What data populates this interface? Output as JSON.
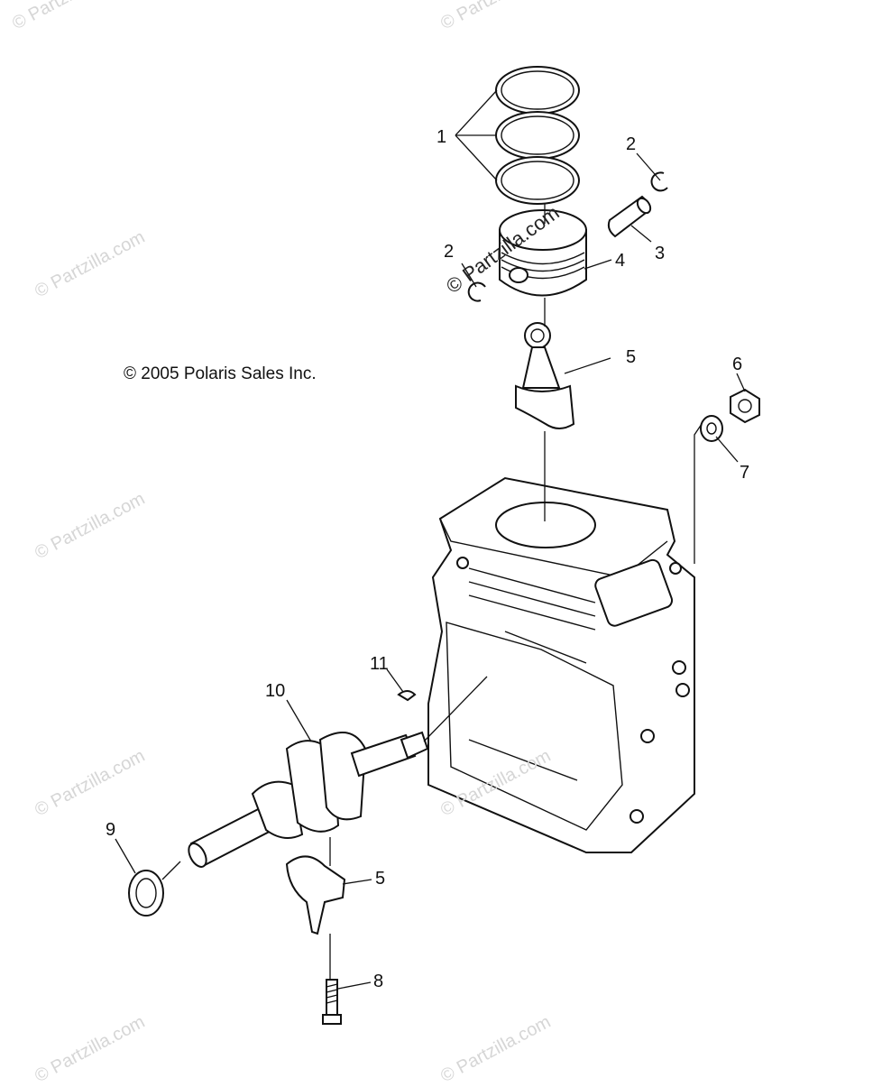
{
  "copyright": "© 2005 Polaris Sales Inc.",
  "watermark": "© Partzilla.com",
  "callouts": {
    "rings": "1",
    "circlip_right": "2",
    "circlip_left": "2",
    "piston_pin": "3",
    "piston": "4",
    "rod_upper": "5",
    "nut": "6",
    "washer": "7",
    "rod_lower": "5",
    "bolt": "8",
    "seal": "9",
    "crankshaft": "10",
    "key": "11"
  }
}
